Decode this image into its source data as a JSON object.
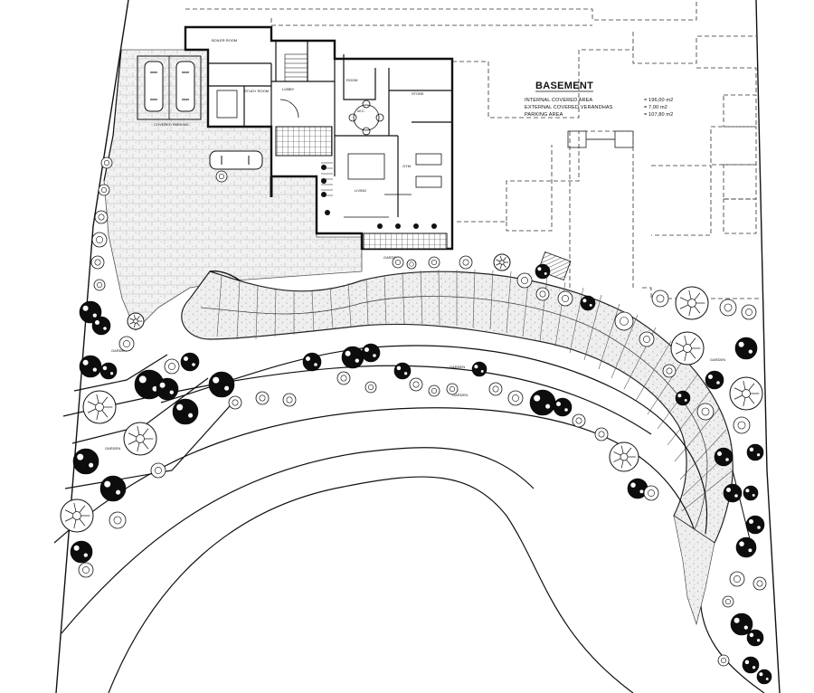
{
  "plan": {
    "schedule": {
      "title": "BASEMENT",
      "rows": [
        {
          "label": "INTERNAL COVERED AREA",
          "value": "= 196,00 m2"
        },
        {
          "label": "EXTERNAL COVERED VERANDHAS",
          "value": "= 7,00 m2"
        },
        {
          "label": "PARKING AREA",
          "value": "= 107,80 m2"
        }
      ]
    },
    "rooms": {
      "boiler": "BOILER ROOM",
      "study": "STUDY ROOM",
      "lobby": "LOBBY",
      "covered_parking": "COVERED PARKING",
      "store": "STORE",
      "room": "ROOM",
      "living": "LIVING",
      "gym": "GYM",
      "wc": "W.C."
    },
    "garden_label": "GARDEN"
  }
}
